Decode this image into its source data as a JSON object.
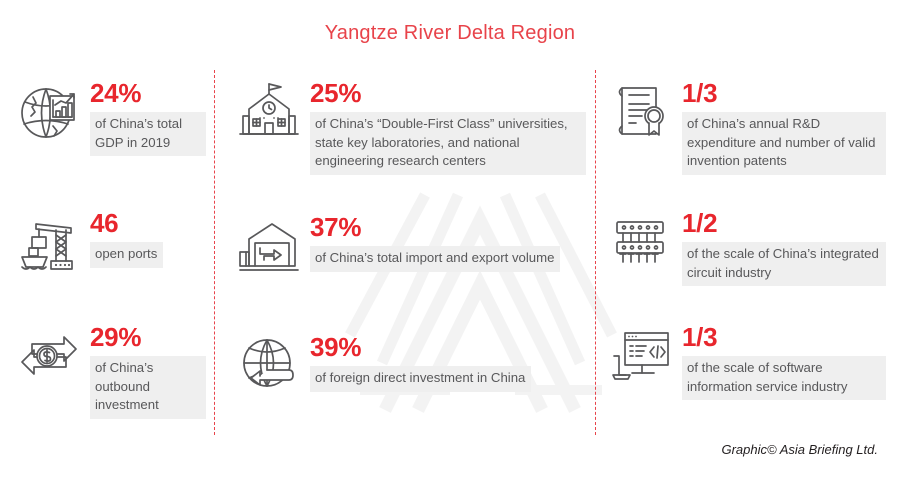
{
  "title": "Yangtze River Delta Region",
  "credit": "Graphic© Asia Briefing Ltd.",
  "colors": {
    "accent_red": "#e8262d",
    "title_red": "#e8434a",
    "label_bg": "#efefef",
    "label_text": "#58585a",
    "icon_stroke": "#58585a",
    "divider": "#e8434a"
  },
  "columns": [
    {
      "id": "column-1",
      "stats": [
        {
          "icon": "globe-bar-chart-icon",
          "value": "24%",
          "label": "of China’s total GDP in 2019"
        },
        {
          "icon": "port-crane-ship-icon",
          "value": "46",
          "label": "open ports"
        },
        {
          "icon": "exchange-arrows-dollar-icon",
          "value": "29%",
          "label": "of China’s outbound investment"
        }
      ]
    },
    {
      "id": "column-2",
      "stats": [
        {
          "icon": "school-building-icon",
          "value": "25%",
          "label": "of China’s “Double-First Class” universities, state key laboratories, and national engineering research centers"
        },
        {
          "icon": "warehouse-arrows-icon",
          "value": "37%",
          "label": "of China’s total import and export volume"
        },
        {
          "icon": "globe-inbound-arrow-icon",
          "value": "39%",
          "label": "of foreign direct investment in China"
        }
      ]
    },
    {
      "id": "column-3",
      "stats": [
        {
          "icon": "patent-certificate-icon",
          "value": "1/3",
          "label": "of China’s annual R&D expenditure and number of valid invention patents"
        },
        {
          "icon": "integrated-circuit-icon",
          "value": "1/2",
          "label": "of the scale of China’s integrated circuit industry"
        },
        {
          "icon": "monitor-code-icon",
          "value": "1/3",
          "label": "of the scale of software information service industry"
        }
      ]
    }
  ]
}
